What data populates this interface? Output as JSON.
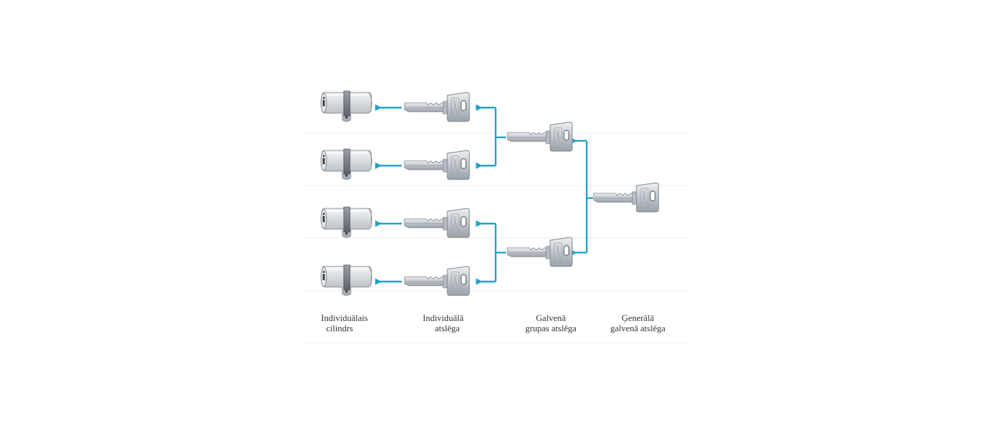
{
  "colors": {
    "connector": "#1ea0c9",
    "metal": "#c8cdd2",
    "metal_dark": "#8e959c",
    "label_text": "#333333"
  },
  "icons": {
    "cylinder": "cylinder-lock-icon",
    "key": "key-icon",
    "arrow": "arrow-left-icon"
  },
  "hierarchy": {
    "master_keys": 1,
    "group_keys": 2,
    "individual_keys": 4,
    "individual_cylinders": 4
  },
  "labels": {
    "cylinder": {
      "line1": "Individuālais",
      "line2": "cilindrs"
    },
    "individual_key": {
      "line1": "Individuālā",
      "line2": "atslēga"
    },
    "group_key": {
      "line1": "Galvenā",
      "line2": "grupas atslēga"
    },
    "master_key": {
      "line1": "Ģenerālā",
      "line2": "galvenā atslēga"
    }
  }
}
